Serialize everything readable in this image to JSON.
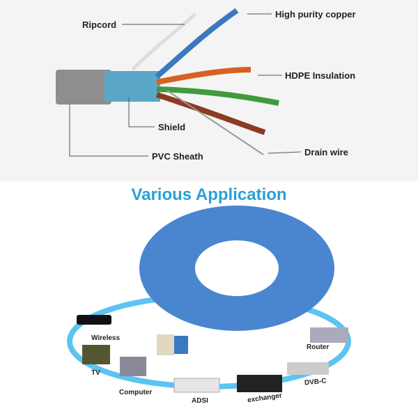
{
  "cable_diagram": {
    "labels": {
      "ripcord": "Ripcord",
      "copper": "High purity copper",
      "insulation": "HDPE Insulation",
      "shield": "Shield",
      "drain": "Drain wire",
      "sheath": "PVC Sheath"
    }
  },
  "application": {
    "title": "Various Application",
    "devices": [
      "Wireless",
      "TV",
      "Computer",
      "ADSI",
      "exchanger",
      "DVB-C",
      "Router"
    ]
  },
  "colors": {
    "title": "#2aa0d8",
    "cable": "#4a86d0",
    "ring": "#5cc4f0"
  }
}
